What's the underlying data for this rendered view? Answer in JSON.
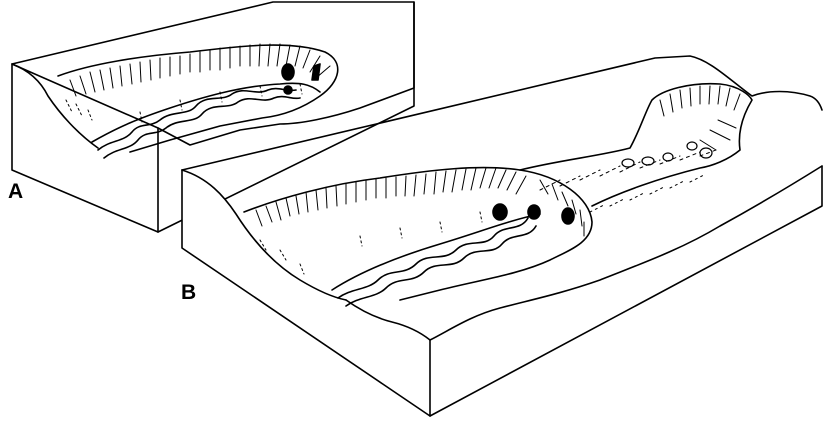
{
  "figure": {
    "panels": [
      {
        "id": "A",
        "label": "A"
      },
      {
        "id": "B",
        "label": "B"
      }
    ],
    "colors": {
      "ink": "#000000",
      "paper": "#ffffff"
    }
  }
}
